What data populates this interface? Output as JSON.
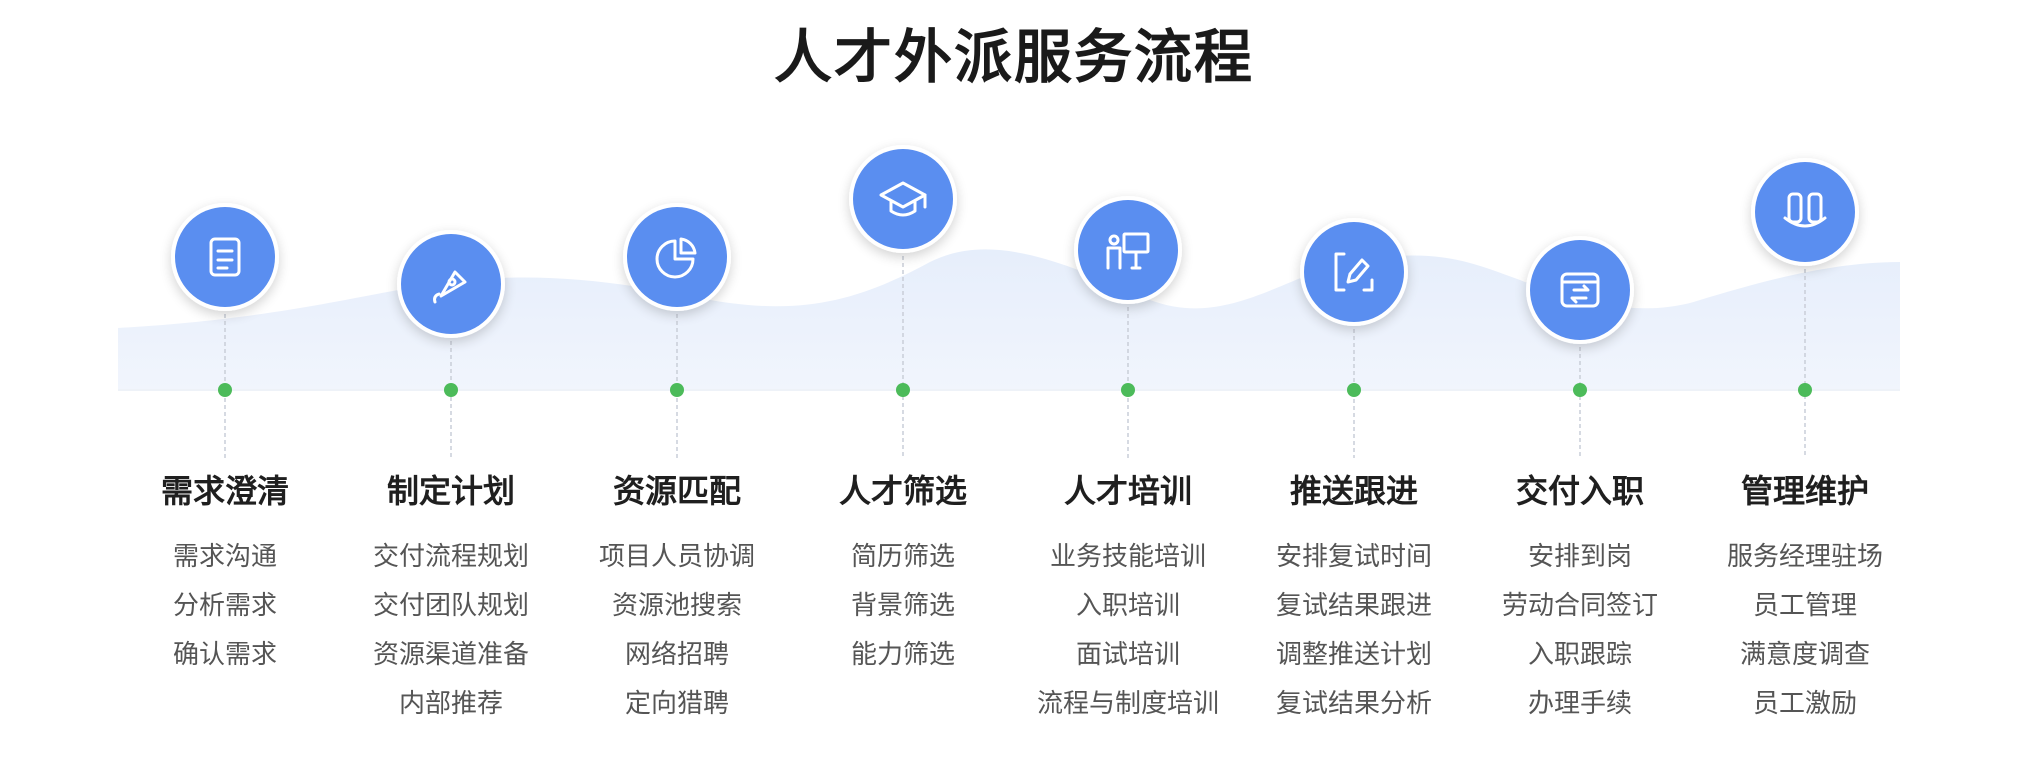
{
  "title": "人才外派服务流程",
  "colors": {
    "icon_fill": "#5a8ef0",
    "dot": "#4cbb5a",
    "wave": "#e8f0fc",
    "title_text": "#1a1a1a",
    "item_text": "#555555"
  },
  "steps": [
    {
      "title": "需求澄清",
      "icon": "document-icon",
      "items": [
        "需求沟通",
        "分析需求",
        "确认需求"
      ]
    },
    {
      "title": "制定计划",
      "icon": "pen-nib-icon",
      "items": [
        "交付流程规划",
        "交付团队规划",
        "资源渠道准备",
        "内部推荐"
      ]
    },
    {
      "title": "资源匹配",
      "icon": "pie-chart-icon",
      "items": [
        "项目人员协调",
        "资源池搜索",
        "网络招聘",
        "定向猎聘"
      ]
    },
    {
      "title": "人才筛选",
      "icon": "graduation-cap-icon",
      "items": [
        "简历筛选",
        "背景筛选",
        "能力筛选"
      ]
    },
    {
      "title": "人才培训",
      "icon": "presentation-board-icon",
      "items": [
        "业务技能培训",
        "入职培训",
        "面试培训",
        "流程与制度培训"
      ]
    },
    {
      "title": "推送跟进",
      "icon": "edit-icon",
      "items": [
        "安排复试时间",
        "复试结果跟进",
        "调整推送计划",
        "复试结果分析"
      ]
    },
    {
      "title": "交付入职",
      "icon": "exchange-window-icon",
      "items": [
        "安排到岗",
        "劳动合同签订",
        "入职跟踪",
        "办理手续"
      ]
    },
    {
      "title": "管理维护",
      "icon": "handshake-icon",
      "items": [
        "服务经理驻场",
        "员工管理",
        "满意度调查",
        "员工激励"
      ]
    }
  ]
}
